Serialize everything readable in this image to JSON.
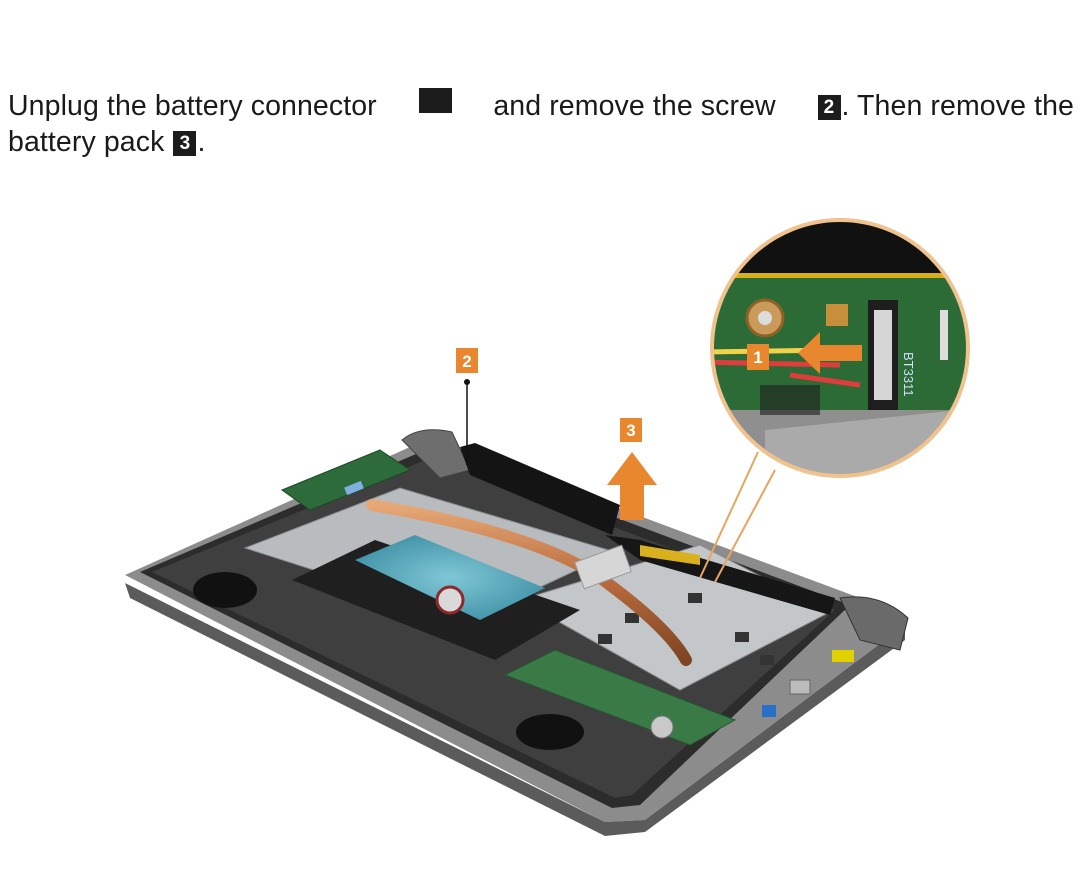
{
  "instruction": {
    "line1": {
      "seg1": "Unplug the battery connector",
      "badge1": "",
      "seg2": "and remove the screw",
      "badge2": "2",
      "seg3": ". Then remove the"
    },
    "line2": {
      "seg1": "battery pack",
      "badge3": "3",
      "seg2": "."
    }
  },
  "figure": {
    "callouts": {
      "c1": "1",
      "c2": "2",
      "c3": "3"
    },
    "board_chip_label": "BT3311",
    "accent_color": "#e8872e",
    "badge_color": "#1c1c1c"
  }
}
